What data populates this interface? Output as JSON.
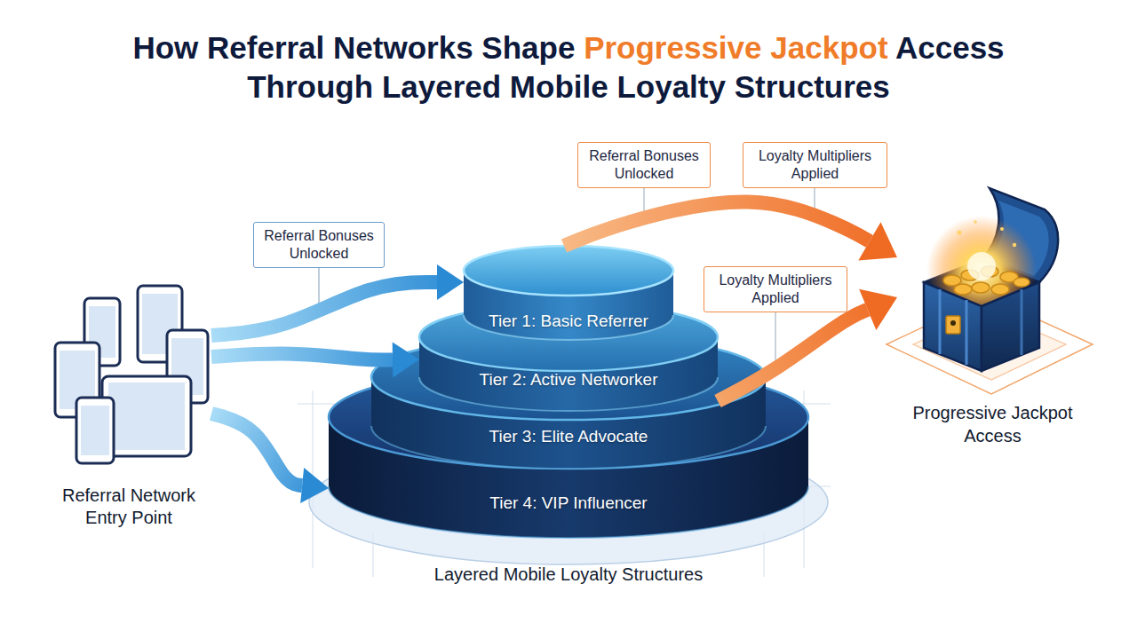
{
  "diagram": {
    "title": "How Referral Networks Shape Progressive Jackpot Access Through Layered Mobile Loyalty Structures",
    "nodes": [
      {
        "text": [
          "Referral Network Entry Point"
        ]
      },
      {
        "text": [
          "Layered Mobile Loyalty Structures"
        ]
      },
      {
        "text": [
          "Tier 1: Basic Referrer"
        ],
        "in": 1
      },
      {
        "text": [
          "Tier 2: Active Networker"
        ],
        "in": 1
      },
      {
        "text": [
          "Tier 3: Elite Advocate"
        ],
        "in": 1
      },
      {
        "text": [
          "Tier 4: VIP Influencer"
        ],
        "in": 1
      },
      {
        "text": [
          "Progressive Jackpot Access"
        ]
      }
    ],
    "edges": [
      {
        "from": 0,
        "to": 2,
        "arrow": "to",
        "label": "Referral Bonuses Unlocked"
      },
      {
        "from": 0,
        "to": 3,
        "arrow": "to"
      },
      {
        "from": 0,
        "to": 5,
        "arrow": "to"
      },
      {
        "from": 2,
        "to": 6,
        "arrow": "to",
        "label": "Referral Bonuses Unlocked"
      },
      {
        "from": 3,
        "to": 6,
        "arrow": "to",
        "label": "Loyalty Multipliers Applied"
      }
    ],
    "labels": [
      "Loyalty Multipliers Applied"
    ]
  }
}
